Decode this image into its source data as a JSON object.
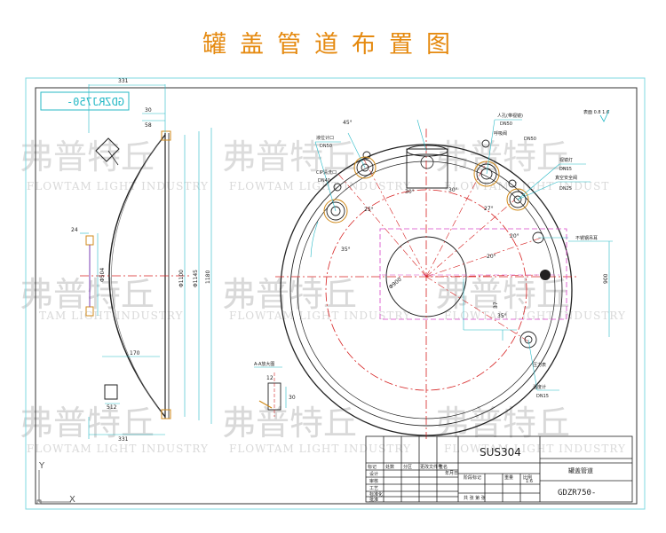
{
  "title": "罐盖管道布置图",
  "watermark": {
    "cn": "弗普特丘",
    "en": "FLOWTAM LIGHT INDUSTRY",
    "en_partial_1": "TAM LIGHT INDUSTRY",
    "en_partial_2": "FLOWTAM LIGHT INDUST"
  },
  "drawing_code_mirrored": "GDZRJ750-",
  "section_label": "A-A放大图",
  "surface_roughness": "表面 0.8 1.6",
  "dimensions": {
    "top_width": "331",
    "bottom_width": "331",
    "d30": "30",
    "d58": "58",
    "d24": "24",
    "d170": "170",
    "d512": "512",
    "phi900": "Φ900",
    "phi1100": "Φ1100",
    "phi1145": "Φ1145",
    "d1180": "1180",
    "phi504": "Φ504",
    "d900": "900",
    "d37": "37",
    "d12": "12"
  },
  "angles": [
    "45°",
    "30°",
    "30°",
    "27°",
    "35°",
    "25°",
    "20°",
    "20°",
    "35°"
  ],
  "callouts": [
    "液位计口",
    "人孔(带视镜)",
    "DN50",
    "CIP清洗口",
    "DN40",
    "呼吸阀",
    "视镜灯",
    "温度计",
    "压力表",
    "不锈钢吊耳",
    "DN15",
    "真空安全阀",
    "DN25"
  ],
  "title_block": {
    "material": "SUS304",
    "part_name": "罐盖管道",
    "drawing_no": "GDZR750-",
    "scale": "1:6",
    "rows": [
      "设计",
      "审核",
      "工艺",
      "标准化",
      "批准"
    ],
    "cols": [
      "标记",
      "处数",
      "分区",
      "更改文件号",
      "签名",
      "年月日"
    ],
    "stage_label": "阶段标记",
    "weight_label": "重量",
    "scale_label": "比例",
    "sheet_label": "共 张  第 张"
  },
  "axis": {
    "y": "Y",
    "x": "X"
  }
}
